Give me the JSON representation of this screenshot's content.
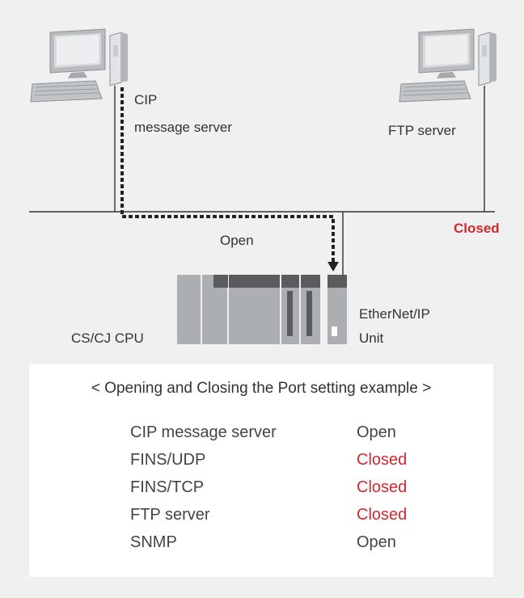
{
  "diagram": {
    "cip_label_line1": "CIP",
    "cip_label_line2": "message server",
    "ftp_label": "FTP server",
    "closed_label": "Closed",
    "open_label": "Open",
    "cpu_label": "CS/CJ CPU",
    "ethernet_label_line1": "EtherNet/IP",
    "ethernet_label_line2": "Unit"
  },
  "colors": {
    "background": "#f0f0f1",
    "closed_red": "#d0282e",
    "text": "#333333"
  },
  "example": {
    "title": "< Opening and Closing the Port setting example >",
    "rows": [
      {
        "name": "CIP message server",
        "status": "Open",
        "closed": false
      },
      {
        "name": "FINS/UDP",
        "status": "Closed",
        "closed": true
      },
      {
        "name": "FINS/TCP",
        "status": "Closed",
        "closed": true
      },
      {
        "name": "FTP server",
        "status": "Closed",
        "closed": true
      },
      {
        "name": "SNMP",
        "status": "Open",
        "closed": false
      }
    ]
  }
}
